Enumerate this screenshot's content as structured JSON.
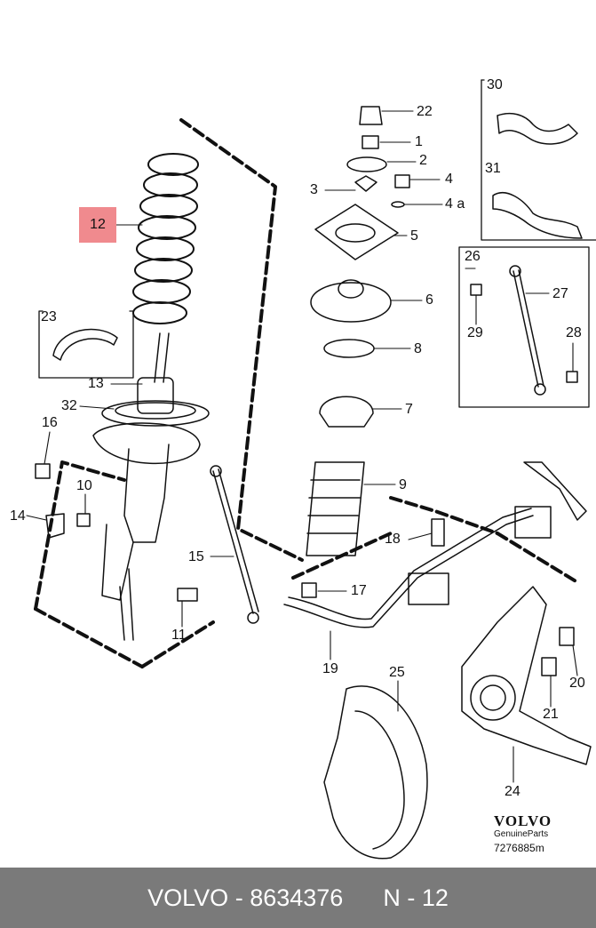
{
  "labels": {
    "p22": "22",
    "p1": "1",
    "p2": "2",
    "p3": "3",
    "p4": "4",
    "p4a": "4 a",
    "p5": "5",
    "p6": "6",
    "p8": "8",
    "p7": "7",
    "p9": "9",
    "p12": "12",
    "p23": "23",
    "p13": "13",
    "p32": "32",
    "p16": "16",
    "p10": "10",
    "p14": "14",
    "p15": "15",
    "p11": "11",
    "p17": "17",
    "p18": "18",
    "p19": "19",
    "p25": "25",
    "p20": "20",
    "p21": "21",
    "p24": "24",
    "p30": "30",
    "p31": "31",
    "p26": "26",
    "p27": "27",
    "p28": "28",
    "p29": "29"
  },
  "brand": {
    "name": "VOLVO",
    "sub": "GenuineParts",
    "code": "7276885m"
  },
  "footer": {
    "brand": "VOLVO",
    "sep": " - ",
    "part_number": "8634376",
    "ref": "N - 12"
  },
  "colors": {
    "highlight": "#f08a8e",
    "footer_bg": "#7a7a7a",
    "footer_text": "#ffffff"
  }
}
